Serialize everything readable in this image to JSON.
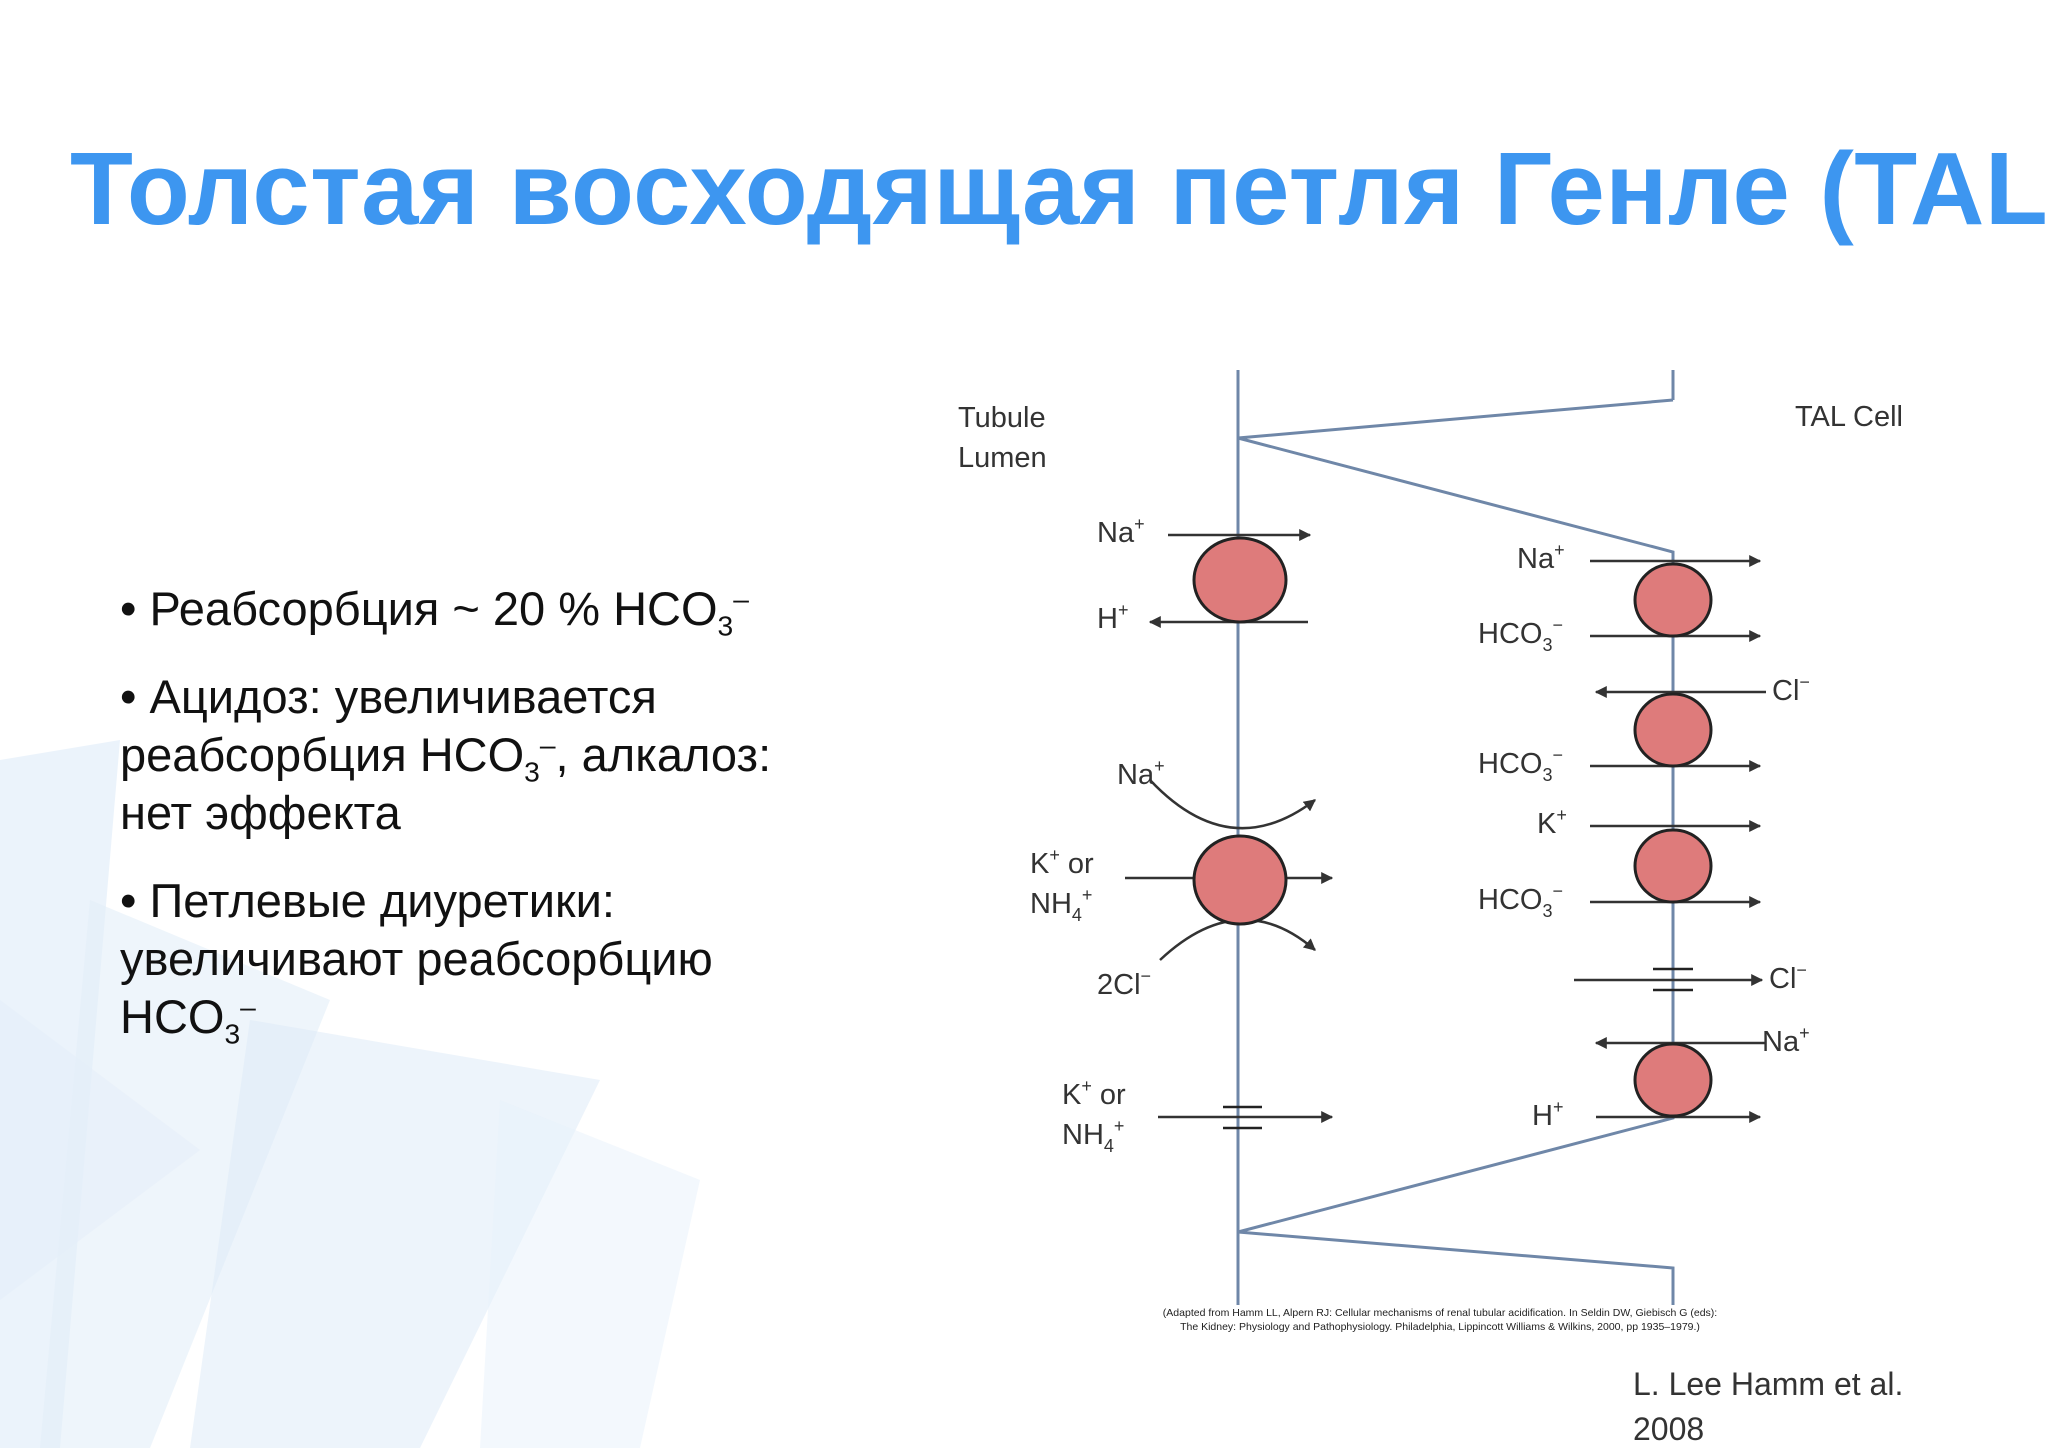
{
  "slide": {
    "title": "Толстая восходящая петля Генле (TAL)",
    "bullets": [
      {
        "prefix": "• Реабсорбция ~ 20 % HCO",
        "sub": "3",
        "sup": "–",
        "suffix": ""
      },
      {
        "prefix": "• Ацидоз: увеличивается реабсорбция HCO",
        "sub": "3",
        "sup": "–",
        "suffix": ", алкалоз: нет эффекта"
      },
      {
        "prefix": "• Петлевые диуретики: увеличивают реабсорбцию HCO",
        "sub": "3",
        "sup": "–",
        "suffix": ""
      }
    ],
    "author": [
      "L. Lee Hamm  et al.",
      "2008"
    ]
  },
  "diagram": {
    "labels": {
      "tubule_lumen": [
        "Tubule",
        "Lumen"
      ],
      "tal_cell": "TAL Cell"
    },
    "ions": {
      "na_plus": "Na",
      "h_plus": "H",
      "hco3": "HCO",
      "cl_minus": "Cl",
      "k_or": "K",
      "or_word": " or",
      "nh4": "NH",
      "two_cl": "2Cl",
      "k_plus": "K",
      "plus_sign": "+",
      "minus_sign": "−",
      "sub3": "3",
      "sub4": "4"
    },
    "citation": [
      "(Adapted from Hamm LL, Alpern RJ: Cellular mechanisms of renal tubular acidification. In Seldin DW, Giebisch G (eds):",
      "The Kidney: Physiology and Pathophysiology. Philadelphia, Lippincott Williams & Wilkins, 2000, pp 1935–1979.)"
    ]
  },
  "colors": {
    "title": "#3d96f0",
    "membrane": "#6f87a8",
    "transporter_fill": "#de7b7b",
    "deco": "#dbe9f7"
  }
}
